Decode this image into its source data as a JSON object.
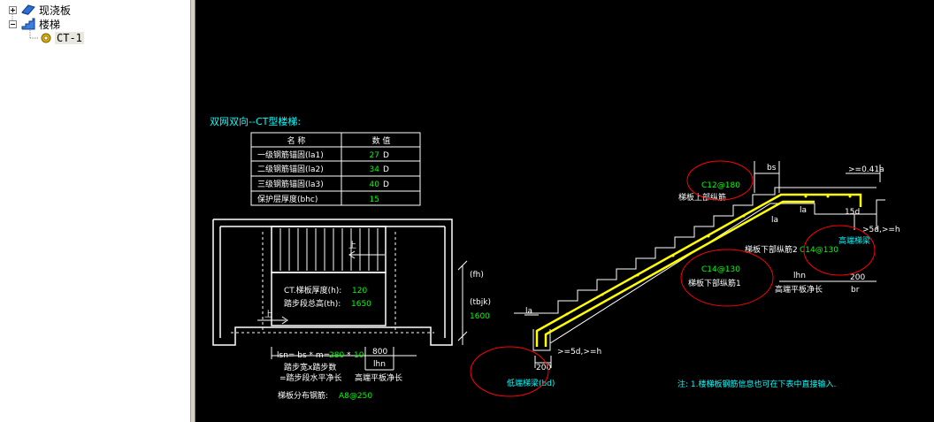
{
  "tree": {
    "items": [
      {
        "label": "现浇板",
        "icon": "slab-icon",
        "expander": "+"
      },
      {
        "label": "楼梯",
        "icon": "stair-icon",
        "expander": "-"
      },
      {
        "label": "CT-1",
        "icon": "gear-icon"
      }
    ]
  },
  "drawing": {
    "title": "双网双向--CT型楼梯:",
    "table": {
      "headers": [
        "名  称",
        "数  值"
      ],
      "rows": [
        {
          "name": "一级钢筋锚固(la1)",
          "value": "27",
          "unit": "D"
        },
        {
          "name": "二级钢筋锚固(la2)",
          "value": "34",
          "unit": "D"
        },
        {
          "name": "三级钢筋锚固(la3)",
          "value": "40",
          "unit": "D"
        },
        {
          "name": "保护层厚度(bhc)",
          "value": "15",
          "unit": ""
        }
      ]
    },
    "plan": {
      "up_label_1": "上",
      "up_label_2": "上",
      "thickness_label": "CT.梯板厚度(h):",
      "thickness_value": "120",
      "height_label": "踏步段总高(th):",
      "height_value": "1650",
      "fh_label": "(fh)",
      "tbjk_label": "(tbjk)",
      "tbjk_value": "1600",
      "lsn_prefix": "lsn= bs * m=",
      "bs_value": "280",
      "times": "*",
      "m_value": "10",
      "right_value": "800",
      "lhn_label": "lhn",
      "step_width_note": "踏步宽x踏步数",
      "step_length_note": "=踏步段水平净长",
      "platform_note": "高端平板净长",
      "dist_bar_label": "梯板分布钢筋:",
      "dist_bar_value": "A8@250"
    },
    "section": {
      "top_bar_value": "C12@180",
      "top_bar_label": "梯板上部纵筋",
      "bottom2_label": "梯板下部纵筋2",
      "bottom2_value": "C14@130",
      "high_beam_label": "高端梯梁",
      "bottom1_value": "C14@130",
      "bottom1_label": "梯板下部纵筋1",
      "high_platform_label": "高端平板净长",
      "lhn_label": "lhn",
      "bs_label": "bs",
      "la_top": "la",
      "la_mid": "la",
      "la_left": "la",
      "anchor_top": ">=0.41a",
      "fifteen_d": "15d",
      "five_d_right": ">5d,>=h",
      "five_d_left": ">=5d,>=h",
      "dim_200_right": "200",
      "br_label": "br",
      "dim_200_left": "200",
      "low_beam_label": "低端梯梁(bd)"
    },
    "note": "注: 1.楼梯板钢筋信息也可在下表中直接输入."
  },
  "colors": {
    "cad_background": "#000000",
    "line_white": "#ffffff",
    "text_cyan": "#00ffff",
    "value_green": "#00ff00",
    "rebar_yellow": "#ffff00",
    "markup_red": "#ff0000"
  }
}
